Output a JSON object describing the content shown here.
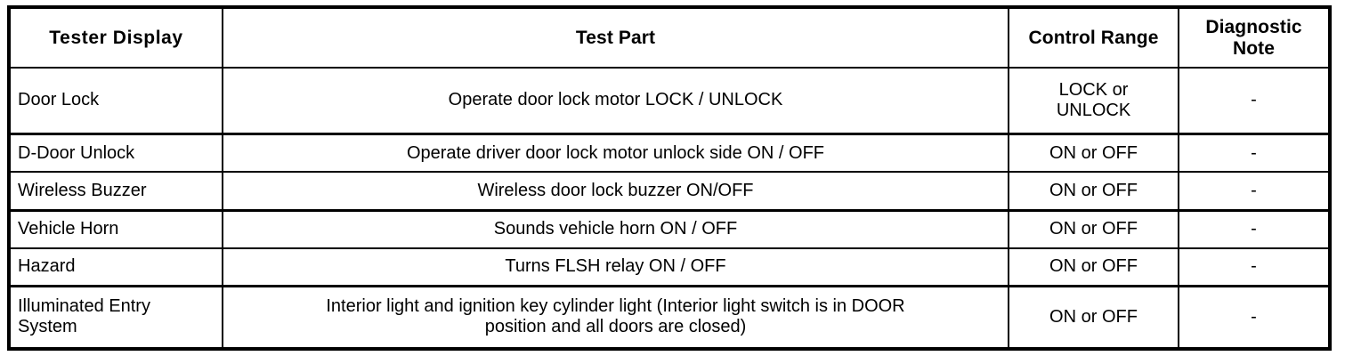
{
  "table": {
    "headers": [
      {
        "label": "Tester Display",
        "align": "center"
      },
      {
        "label": "Test Part",
        "align": "center"
      },
      {
        "label": "Control Range",
        "align": "center"
      },
      {
        "label": "Diagnostic Note",
        "line1": "Diagnostic",
        "line2": "Note",
        "align": "center"
      }
    ],
    "rows": [
      {
        "tester_display": "Door Lock",
        "test_part": "Operate door lock motor LOCK / UNLOCK",
        "control_range": "LOCK or UNLOCK",
        "control_range_line1": "LOCK or",
        "control_range_line2": "UNLOCK",
        "diagnostic_note": "-"
      },
      {
        "tester_display": "D-Door Unlock",
        "test_part": "Operate driver door lock motor unlock side ON / OFF",
        "control_range": "ON or OFF",
        "diagnostic_note": "-"
      },
      {
        "tester_display": "Wireless Buzzer",
        "test_part": "Wireless door lock buzzer ON/OFF",
        "control_range": "ON or OFF",
        "diagnostic_note": "-"
      },
      {
        "tester_display": "Vehicle Horn",
        "test_part": "Sounds vehicle horn ON / OFF",
        "control_range": "ON or OFF",
        "diagnostic_note": "-"
      },
      {
        "tester_display": "Hazard",
        "test_part": "Turns FLSH relay ON / OFF",
        "control_range": "ON or OFF",
        "diagnostic_note": "-"
      },
      {
        "tester_display": "Illuminated Entry System",
        "tester_display_line1": "Illuminated Entry",
        "tester_display_line2": "System",
        "test_part": "Interior light and ignition key cylinder light (Interior light switch is in DOOR position and all doors are closed)",
        "test_part_line1": "Interior light and ignition key cylinder light (Interior light switch is in DOOR",
        "test_part_line2": "position and all doors are closed)",
        "control_range": "ON or OFF",
        "diagnostic_note": "-"
      }
    ]
  },
  "colors": {
    "border": "#000000",
    "background": "#ffffff",
    "text": "#000000"
  }
}
